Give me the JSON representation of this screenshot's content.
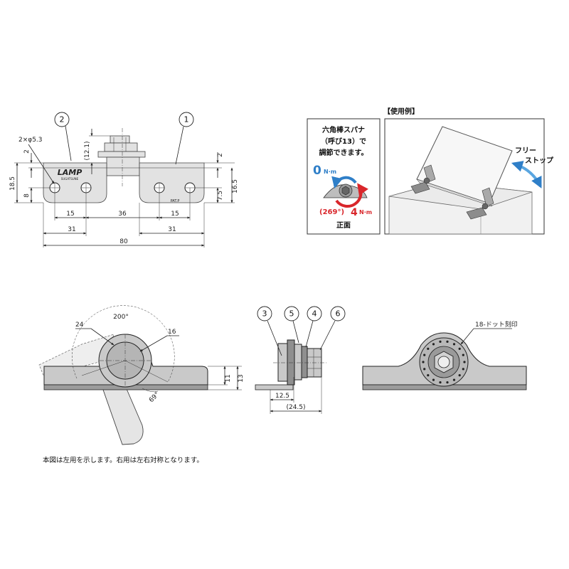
{
  "callouts": [
    "1",
    "2",
    "3",
    "4",
    "5",
    "6"
  ],
  "top_view": {
    "brand": "LAMP",
    "brand_sub": "SUGATSUNE",
    "pat": "PAT.P",
    "hole_label": "2×φ5.3",
    "dims": {
      "d2_top": "2",
      "d12_1": "(12.1)",
      "d2_right": "2",
      "d18_5": "18.5",
      "d8": "8",
      "d7_5": "7.5",
      "d16_5": "16.5",
      "d15_left": "15",
      "d36": "36",
      "d15_right": "15",
      "d31_left": "31",
      "d31_right": "31",
      "d80": "80"
    }
  },
  "usage": {
    "title": "【使用例】",
    "wrench_line1": "六角棒スパナ",
    "wrench_line2": "（呼び13）で",
    "wrench_line3": "調節できます。",
    "torque_min": "0",
    "torque_min_unit": "N·m",
    "angle": "(269°)",
    "torque_max": "4",
    "torque_max_unit": "N·m",
    "front": "正面",
    "free_stop_line1": "フリー",
    "free_stop_line2": "ストップ",
    "colors": {
      "blue": "#2f7fc8",
      "red": "#d9262b"
    }
  },
  "side_view": {
    "d200": "200°",
    "d24": "24",
    "d16": "16",
    "d69": "69°",
    "d11": "11",
    "d13": "13"
  },
  "section_view": {
    "d12_5": "12.5",
    "d24_5": "(24.5)"
  },
  "front_view": {
    "dot_label": "18-ドット刻印"
  },
  "footnote": "本図は左用を示します。右用は左右対称となります。"
}
